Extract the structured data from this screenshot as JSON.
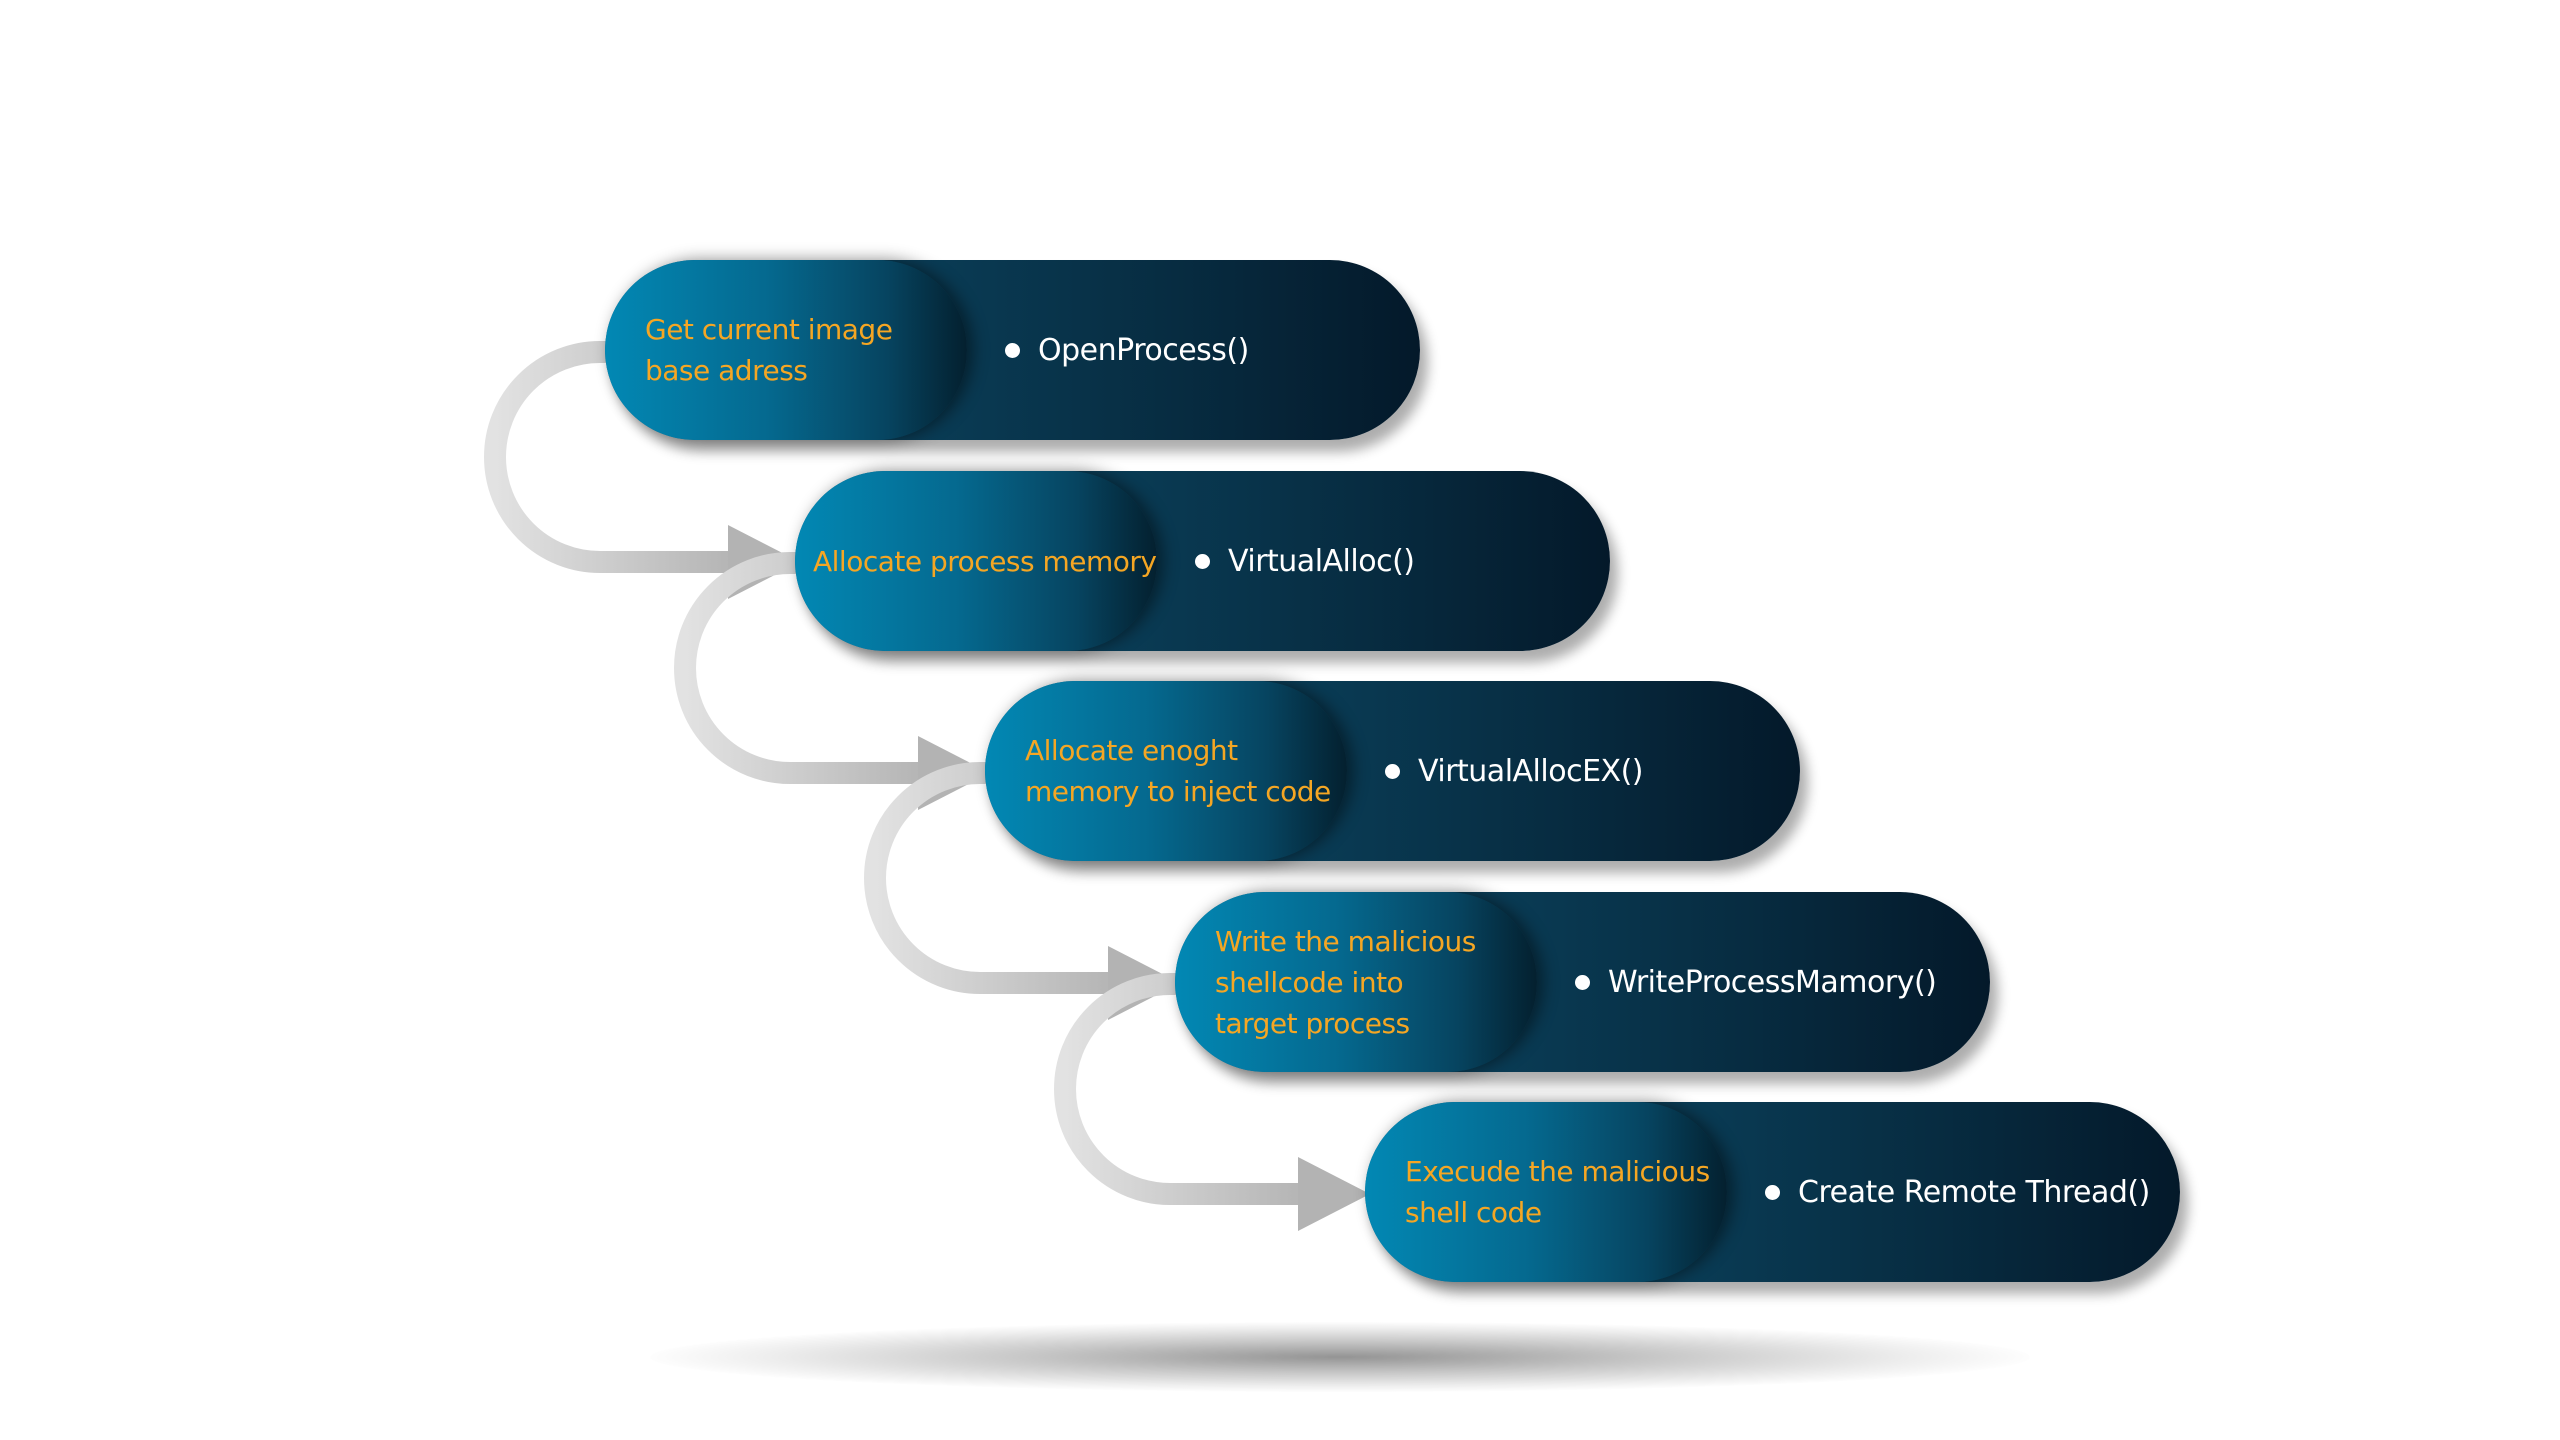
{
  "colors": {
    "accent": "#f5a623",
    "bubble_light": "#0288b4",
    "bubble_dark": "#04192a",
    "connector": "#c6c6c6"
  },
  "steps": [
    {
      "label_lines": [
        "Get current image",
        "base adress"
      ],
      "function": "OpenProcess()"
    },
    {
      "label_lines": [
        "Allocate process memory"
      ],
      "function": "VirtualAlloc()"
    },
    {
      "label_lines": [
        "Allocate enoght",
        "memory to inject code"
      ],
      "function": "VirtualAllocEX()"
    },
    {
      "label_lines": [
        "Write the malicious",
        "shellcode into",
        "target process"
      ],
      "function": "WriteProcessMamory()"
    },
    {
      "label_lines": [
        "Execude the malicious",
        "shell code"
      ],
      "function": "Create Remote Thread()"
    }
  ]
}
